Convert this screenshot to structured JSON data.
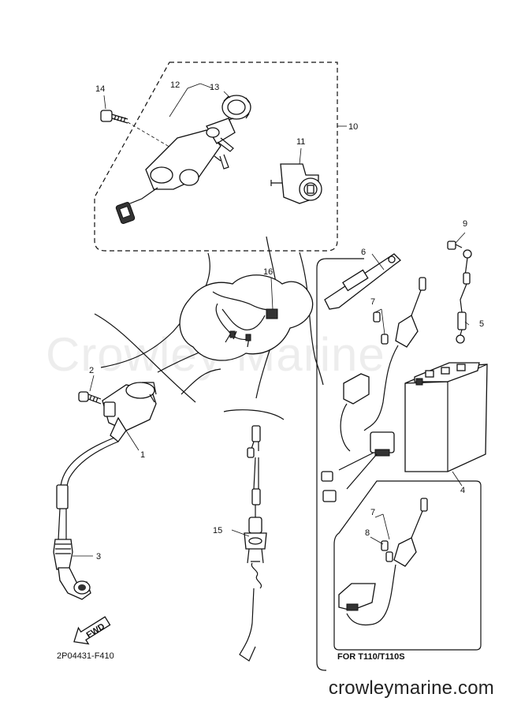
{
  "diagram": {
    "watermark": "Crowley Marine",
    "drawing_code": "2P04431-F410",
    "fwd_label": "FWD",
    "variant_note": "FOR T110/T110S",
    "site_footer": "crowleymarine.com",
    "callouts": {
      "c1": "1",
      "c2": "2",
      "c3": "3",
      "c4": "4",
      "c5": "5",
      "c6": "6",
      "c7": "7",
      "c7b": "7",
      "c8": "8",
      "c9": "9",
      "c10": "10",
      "c11": "11",
      "c12": "12",
      "c13": "13",
      "c14": "14",
      "c15": "15",
      "c16": "16"
    }
  }
}
